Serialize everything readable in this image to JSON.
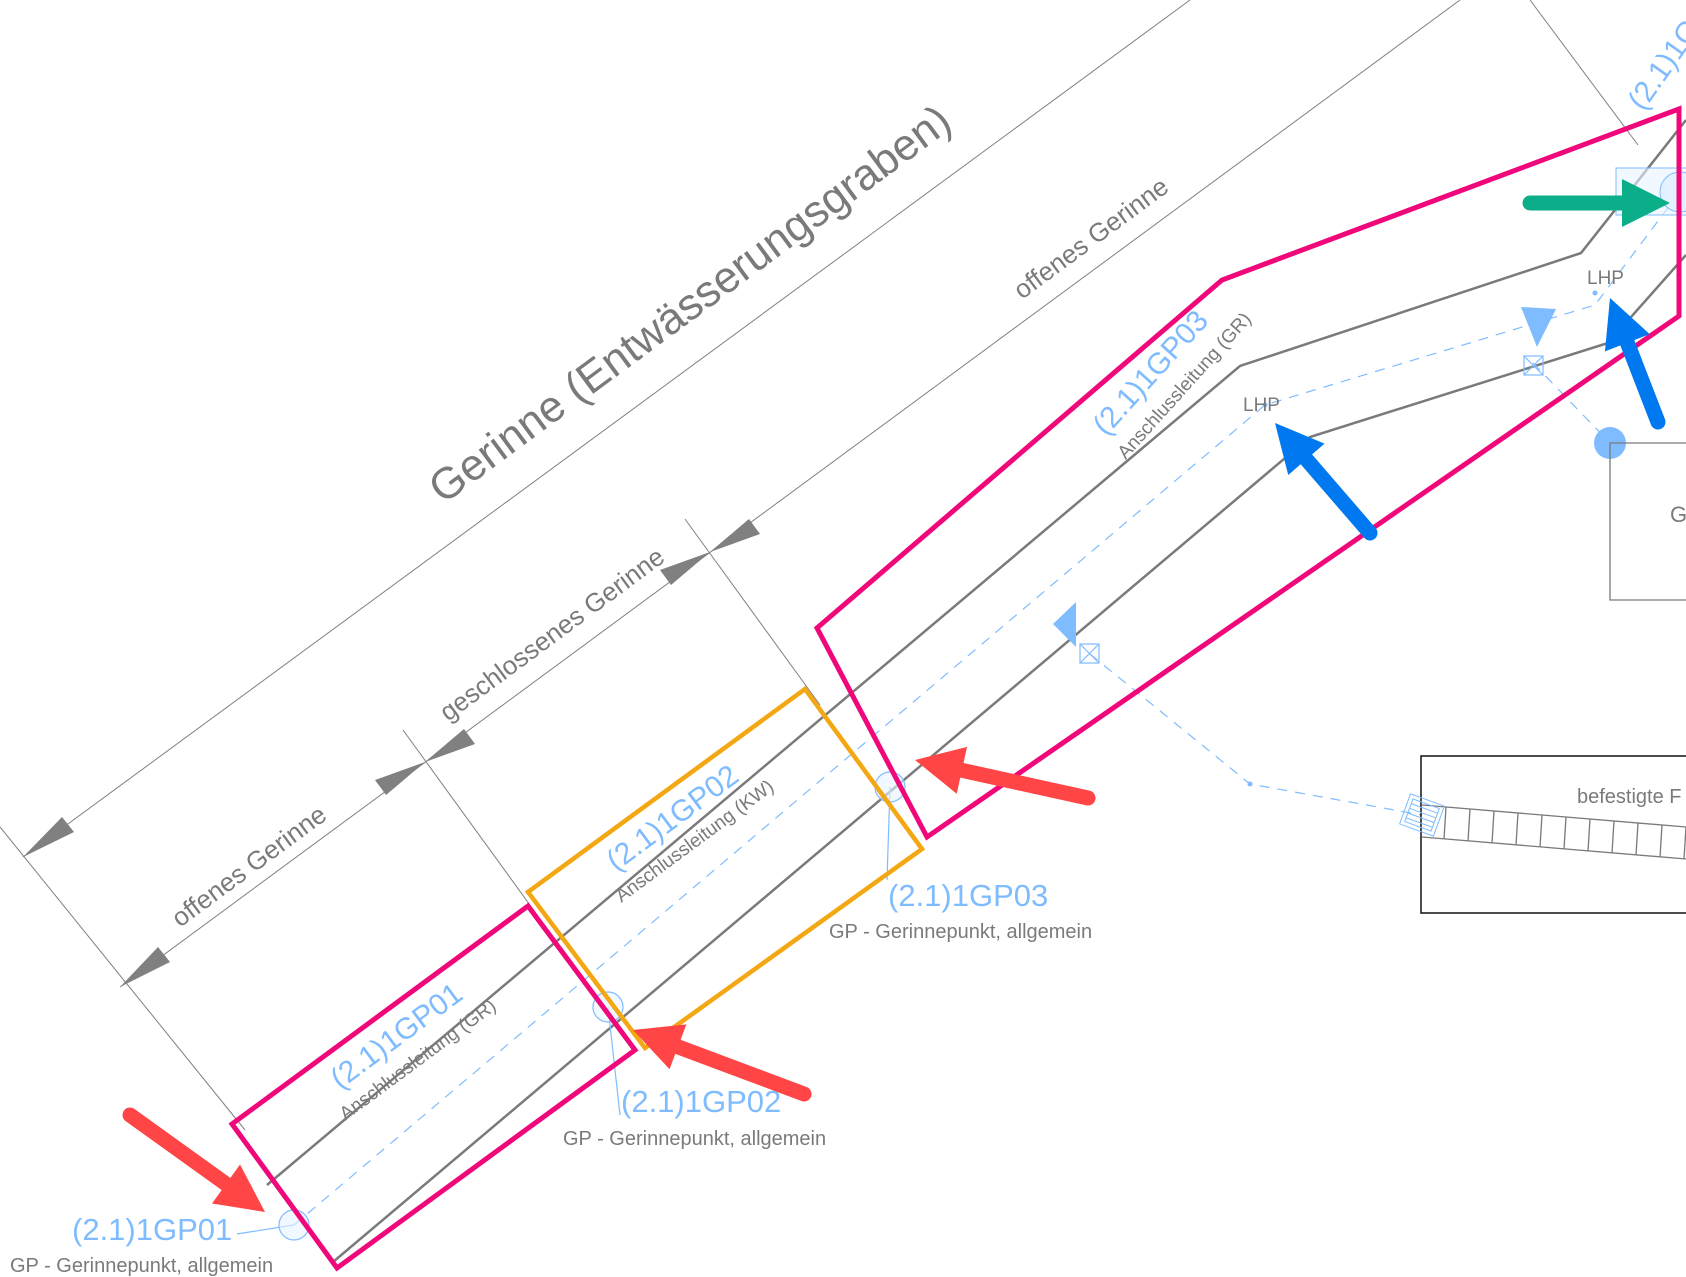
{
  "drawing": {
    "main_dimension_label": "Gerinne (Entwässerungsgraben)",
    "segment_labels": [
      "offenes Gerinne",
      "geschlossenes Gerinne",
      "offenes Gerinne"
    ],
    "sections": [
      {
        "id": "(2.1)1GP01",
        "type": "Anschlussleitung (GR)",
        "highlight": "pink"
      },
      {
        "id": "(2.1)1GP02",
        "type": "Anschlussleitung (KW)",
        "highlight": "orange"
      },
      {
        "id": "(2.1)1GP03",
        "type": "Anschlussleitung (GR)",
        "highlight": "pink"
      }
    ],
    "points": [
      {
        "id": "(2.1)1GP01",
        "desc": "GP - Gerinnepunkt, allgemein"
      },
      {
        "id": "(2.1)1GP02",
        "desc": "GP - Gerinnepunkt, allgemein"
      },
      {
        "id": "(2.1)1GP03",
        "desc": "GP - Gerinnepunkt, allgemein"
      }
    ],
    "lhp_labels": [
      "LHP",
      "LHP"
    ],
    "partial_label_top_right": "(2.1)1G",
    "right_box_label_partial": "G",
    "paved_area_label": "befestigte F",
    "annotations": {
      "red_arrows": 3,
      "blue_arrows": 2,
      "green_arrows": 1
    }
  },
  "colors": {
    "pink": "#f0087a",
    "orange": "#f3a712",
    "blue_text": "#7fbcff",
    "gray_line": "#7a7a7a",
    "red_arrow": "#ff4545",
    "blue_arrow": "#0078f0",
    "green_arrow": "#0aaf8a"
  }
}
